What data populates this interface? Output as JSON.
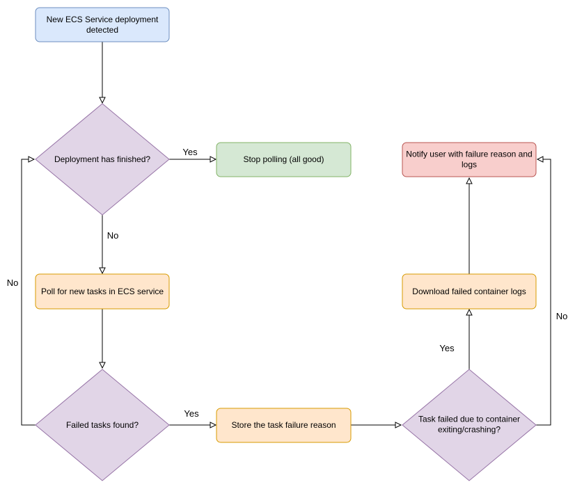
{
  "colors": {
    "start_fill": "#dae8fc",
    "start_stroke": "#6c8ebf",
    "decision_fill": "#e1d5e7",
    "decision_stroke": "#9673a6",
    "success_fill": "#d5e8d4",
    "success_stroke": "#82b366",
    "process_fill": "#ffe6cc",
    "process_stroke": "#d79b00",
    "error_fill": "#f8cecc",
    "error_stroke": "#b85450"
  },
  "nodes": {
    "start": [
      "New ECS Service deployment",
      "detected"
    ],
    "deployment_finished": [
      "Deployment has finished?"
    ],
    "stop_polling": [
      "Stop polling (all good)"
    ],
    "poll_tasks": [
      "Poll for new tasks in ECS service"
    ],
    "failed_tasks_found": [
      "Failed tasks found?"
    ],
    "store_failure": [
      "Store the task failure reason"
    ],
    "task_failed_crash": [
      "Task failed due to container",
      "exiting/crashing?"
    ],
    "download_logs": [
      "Download failed container logs"
    ],
    "notify_user": [
      "Notify user with failure reason and",
      "logs"
    ]
  },
  "edge_labels": {
    "finished_yes": "Yes",
    "finished_no": "No",
    "failed_no": "No",
    "failed_yes": "Yes",
    "crash_yes": "Yes",
    "crash_no": "No"
  }
}
